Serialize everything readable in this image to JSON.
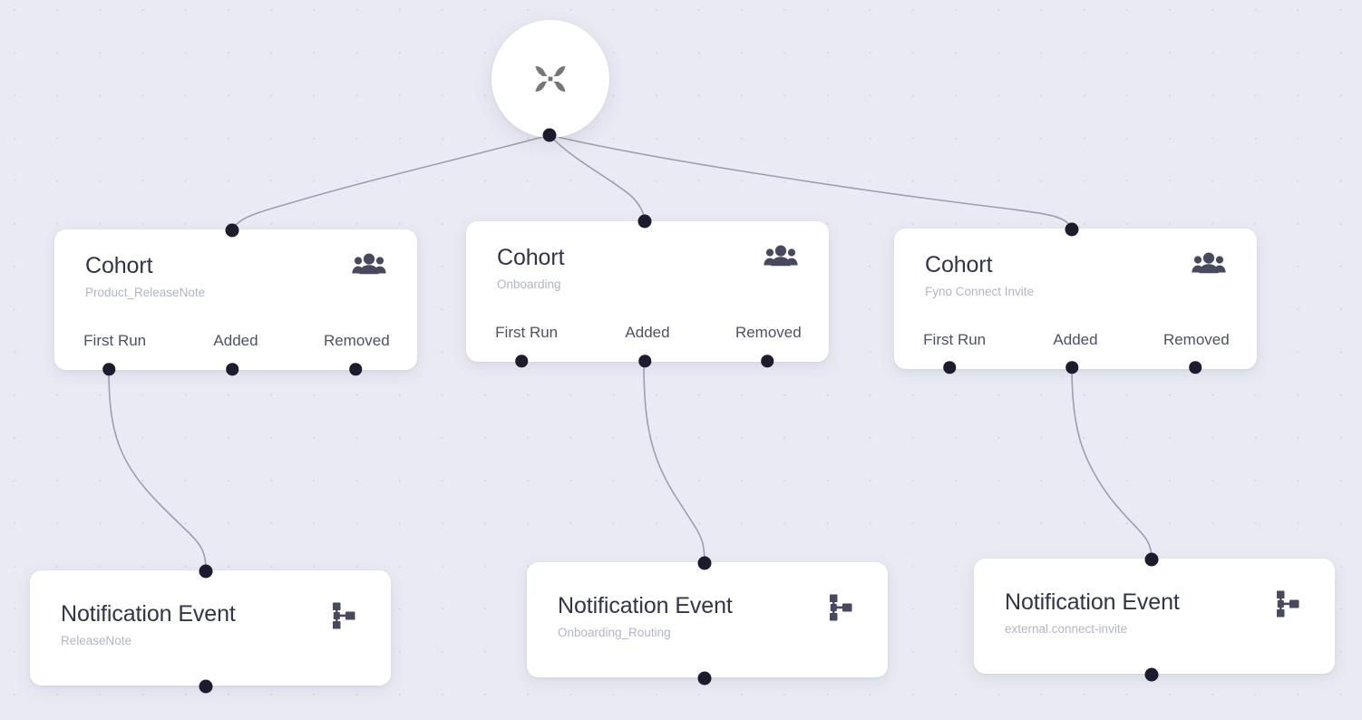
{
  "canvas": {
    "background_color": "#e9eaf3",
    "dot_color": "#d3d5e0",
    "edge_color": "#9b9fae",
    "handle_color": "#1d1c2e"
  },
  "root_node": {
    "icon": "x-logo-icon",
    "label": ""
  },
  "port_labels": {
    "first_run": "First Run",
    "added": "Added",
    "removed": "Removed"
  },
  "cohorts": [
    {
      "title": "Cohort",
      "subtitle": "Product_ReleaseNote",
      "icon": "people-group-icon",
      "ports": [
        "First Run",
        "Added",
        "Removed"
      ]
    },
    {
      "title": "Cohort",
      "subtitle": "Onboarding",
      "icon": "people-group-icon",
      "ports": [
        "First Run",
        "Added",
        "Removed"
      ]
    },
    {
      "title": "Cohort",
      "subtitle": "Fyno Connect Invite",
      "icon": "people-group-icon",
      "ports": [
        "First Run",
        "Added",
        "Removed"
      ]
    }
  ],
  "notifications": [
    {
      "title": "Notification Event",
      "subtitle": "ReleaseNote",
      "icon": "sitemap-icon"
    },
    {
      "title": "Notification Event",
      "subtitle": "Onboarding_Routing",
      "icon": "sitemap-icon"
    },
    {
      "title": "Notification Event",
      "subtitle": "external.connect-invite",
      "icon": "sitemap-icon"
    }
  ]
}
